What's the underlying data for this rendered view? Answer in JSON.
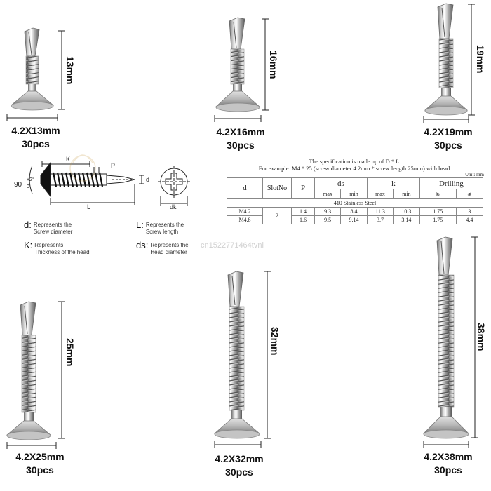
{
  "screws": [
    {
      "length_label": "13mm",
      "size_label": "4.2X13mm",
      "qty_label": "30pcs"
    },
    {
      "length_label": "16mm",
      "size_label": "4.2X16mm",
      "qty_label": "30pcs"
    },
    {
      "length_label": "19mm",
      "size_label": "4.2X19mm",
      "qty_label": "30pcs"
    },
    {
      "length_label": "25mm",
      "size_label": "4.2X25mm",
      "qty_label": "30pcs"
    },
    {
      "length_label": "32mm",
      "size_label": "4.2X32mm",
      "qty_label": "30pcs"
    },
    {
      "length_label": "38mm",
      "size_label": "4.2X38mm",
      "qty_label": "30pcs"
    }
  ],
  "diagram": {
    "angle_label": "90",
    "angle_tol_upper": "+2°",
    "angle_tol_lower": "0",
    "k_label": "K",
    "p_label": "P",
    "d_label": "d",
    "l_label": "L",
    "dk_label": "dk"
  },
  "legend": [
    {
      "symbol": "d:",
      "line1": "Represents the",
      "line2": "Screw diameter"
    },
    {
      "symbol": "L:",
      "line1": "Represents the",
      "line2": "Screw length"
    },
    {
      "symbol": "K:",
      "line1": "Represents",
      "line2": "Thickness of the head"
    },
    {
      "symbol": "ds:",
      "line1": "Represents the",
      "line2": "Head diameter"
    }
  ],
  "spec": {
    "title1": "The specification is made up of D * L",
    "title2": "For example: M4 * 25 (screw diameter 4.2mm * screw length 25mm) with head",
    "unit": "Unit: mm",
    "headers": {
      "d": "d",
      "slot": "SlotNo",
      "p": "P",
      "ds": "ds",
      "k": "k",
      "drilling": "Drilling"
    },
    "subheaders": {
      "max1": "max",
      "min1": "min",
      "max2": "max",
      "min2": "min",
      "ge": "⩾",
      "le": "⩽"
    },
    "material": "410 Stainless Steel",
    "rows": [
      {
        "d": "M4.2",
        "slot": "2",
        "p": "1.4",
        "ds_max": "9.3",
        "ds_min": "8.4",
        "k_max": "11.3",
        "k_min": "10.3",
        "dr_ge": "1.75",
        "dr_le": "3"
      },
      {
        "d": "M4.8",
        "slot": "",
        "p": "1.6",
        "ds_max": "9.5",
        "ds_min": "9.14",
        "k_max": "3.7",
        "k_min": "3.14",
        "dr_ge": "1.75",
        "dr_le": "4.4"
      }
    ]
  },
  "watermark": "cn1522771464tvnl"
}
